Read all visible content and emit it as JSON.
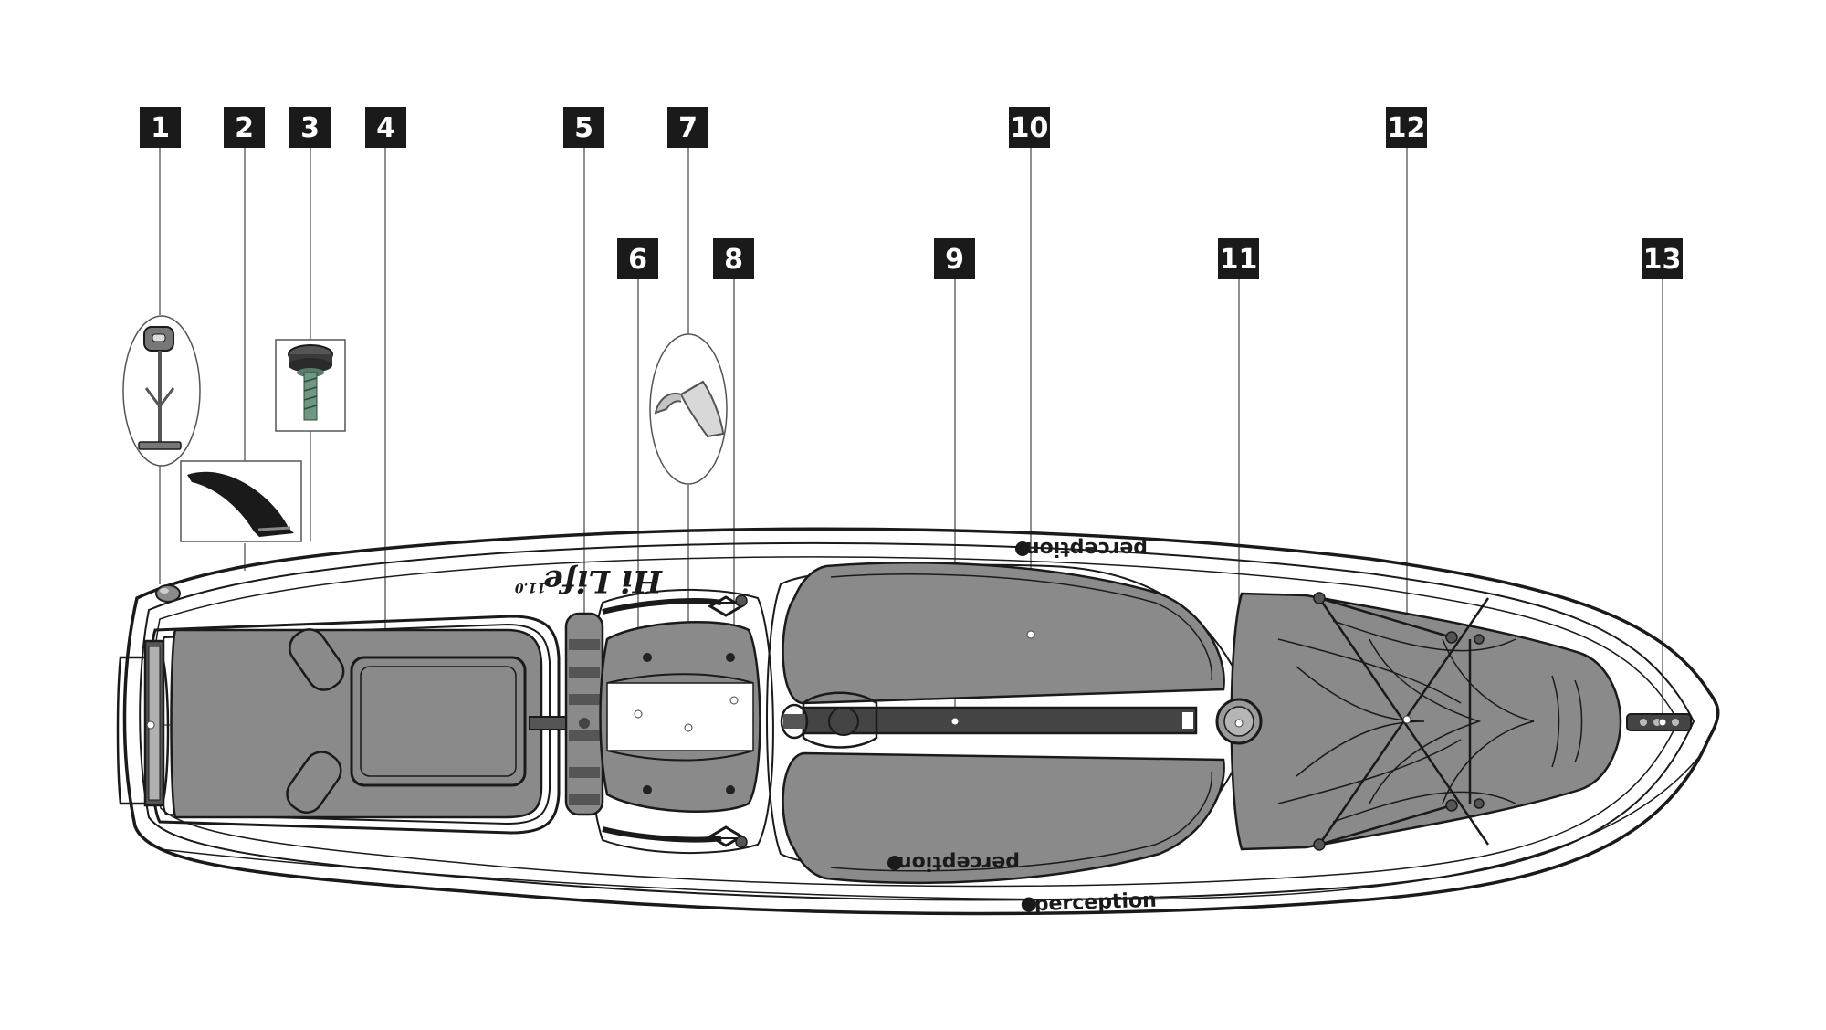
{
  "callouts": [
    "1",
    "2",
    "3",
    "4",
    "5",
    "6",
    "7",
    "8",
    "9",
    "10",
    "11",
    "12",
    "13"
  ],
  "brand": {
    "name": "perception",
    "model_script": "Hi Life",
    "model_suffix": "11.0"
  },
  "colors": {
    "deck_pad": "#8a8a8a",
    "outline": "#1a1a1a",
    "callout_box": "#1a1a1a",
    "leader_line": "#6a6a6a"
  },
  "icons": [
    "drain-plug-icon",
    "fin-icon",
    "fin-screw-icon",
    "cup-holder-icon",
    "perception-logo-icon"
  ]
}
